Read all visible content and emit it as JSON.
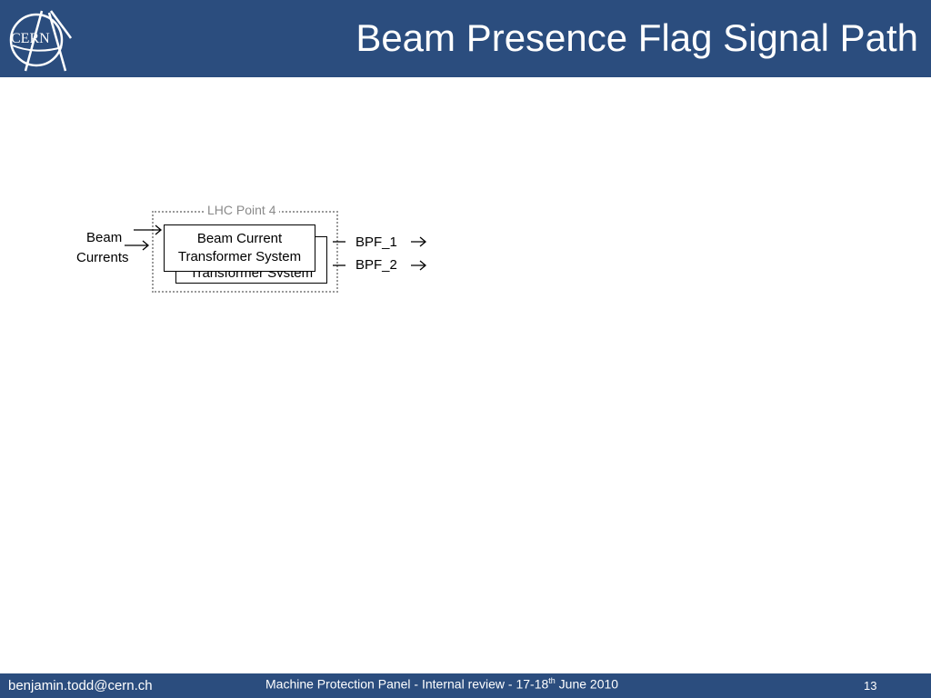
{
  "header": {
    "logo_text": "CERN",
    "title": "Beam Presence Flag Signal Path"
  },
  "diagram": {
    "group_label": "LHC Point 4",
    "inputs": [
      "Beam",
      "Currents"
    ],
    "system_box_line1": "Beam Current",
    "system_box_line2": "Transformer System",
    "outputs": [
      "BPF_1",
      "BPF_2"
    ]
  },
  "footer": {
    "email": "benjamin.todd@cern.ch",
    "center_prefix": "Machine  Protection Panel  - Internal review - 17-18",
    "center_sup": "th",
    "center_suffix": " June 2010",
    "page_number": "13"
  },
  "colors": {
    "header_bg": "#2b4d7e",
    "footer_bg": "#2b4d7e",
    "frame_dots": "#9a9a9a"
  }
}
